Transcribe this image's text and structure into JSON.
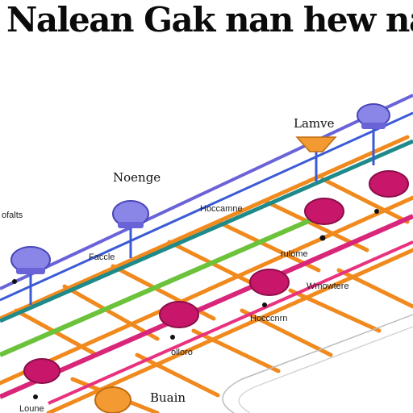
{
  "title": "Nalean Gak nan hew nany",
  "colors": {
    "background": "#ffffff",
    "purple": "#6a63d8",
    "teal": "#1f8a8a",
    "green": "#6cc23a",
    "magenta": "#d8267a",
    "pink": "#e8327f",
    "orange": "#f08a1e",
    "blue": "#3b5bd6",
    "node_purple": "#8a86e8",
    "node_magenta": "#c8176a",
    "node_orange": "#f39a33"
  },
  "labels": {
    "top_right": "Lamve",
    "mid_left_top": "Noenge",
    "left_edge": "ofalts",
    "center_top": "Hoccamne",
    "left_mid": "Faccle",
    "right_mid": "rulome",
    "right_lower": "Wmowtere",
    "center_low": "Hocccnrn",
    "center_lower": "olloro",
    "bottom_center": "Buain",
    "bottom_left": "Loune"
  }
}
